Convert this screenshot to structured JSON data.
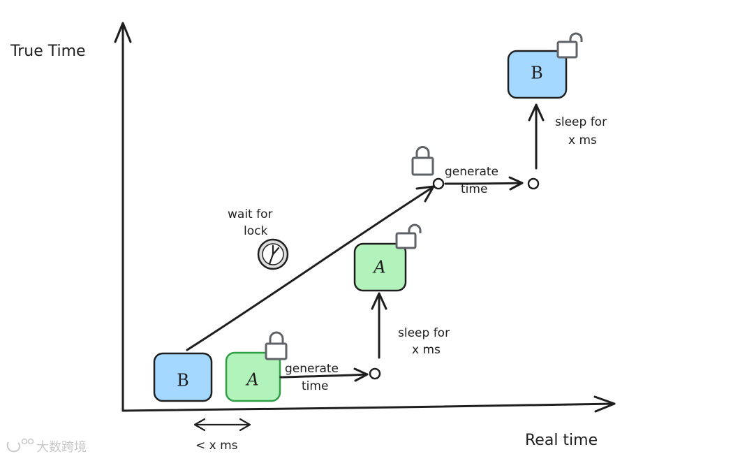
{
  "axes": {
    "y_label": "True Time",
    "x_label": "Real time"
  },
  "boxes": {
    "b_start": "B",
    "a_start": "A",
    "a_end": "A",
    "b_end": "B"
  },
  "notes": {
    "gen_a_line1": "generate",
    "gen_a_line2": "time",
    "gen_b_line1": "generate",
    "gen_b_line2": "time",
    "sleep_a_line1": "sleep for",
    "sleep_a_line2": "x ms",
    "sleep_b_line1": "sleep for",
    "sleep_b_line2": "x ms",
    "wait_line1": "wait for",
    "wait_line2": "lock",
    "gap": "< x ms"
  },
  "watermark": "大数跨境",
  "colors": {
    "b_fill": "#a5d8ff",
    "a_fill": "#b2f2bb",
    "a_text": "#2f9e44"
  }
}
